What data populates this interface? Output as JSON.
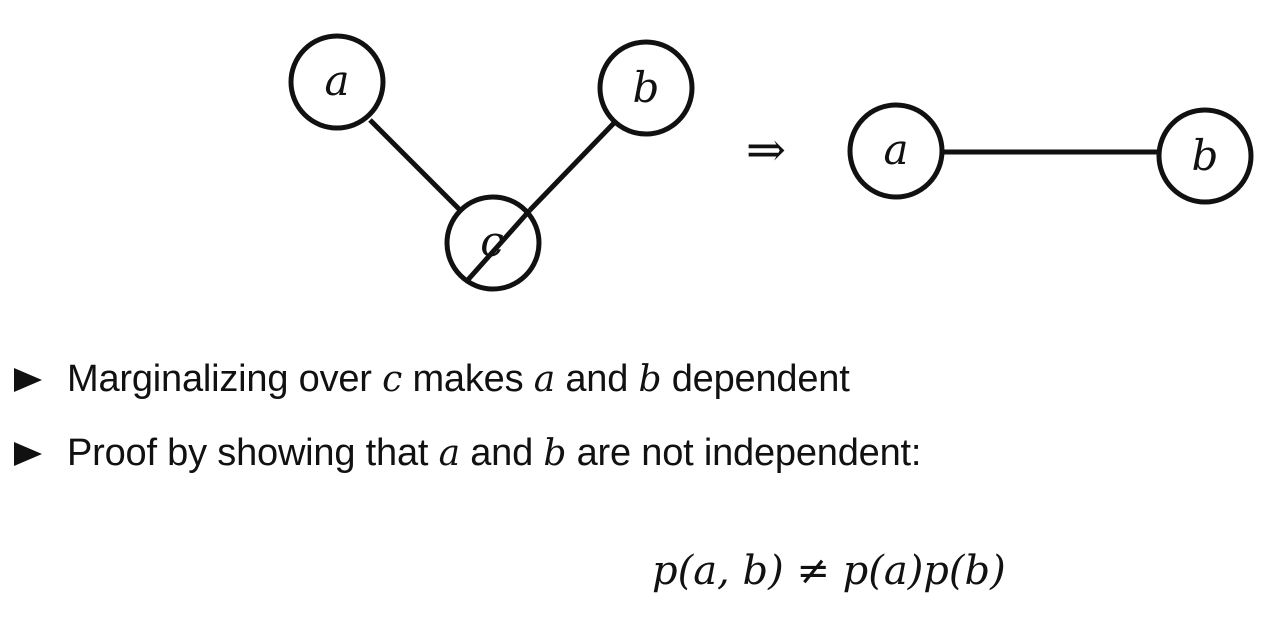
{
  "diagram": {
    "left_graph": {
      "nodes": [
        {
          "id": "a",
          "label": "a"
        },
        {
          "id": "b",
          "label": "b"
        },
        {
          "id": "c",
          "label": "c"
        }
      ],
      "edges": [
        [
          "a",
          "c"
        ],
        [
          "b",
          "c"
        ]
      ],
      "struck_node": "c"
    },
    "arrow": "⇒",
    "right_graph": {
      "nodes": [
        {
          "id": "a",
          "label": "a"
        },
        {
          "id": "b",
          "label": "b"
        }
      ],
      "edges": [
        [
          "a",
          "b"
        ]
      ]
    }
  },
  "bullets": [
    {
      "parts": [
        "Marginalizing over ",
        "c",
        " makes ",
        "a",
        " and ",
        "b",
        " dependent"
      ]
    },
    {
      "parts": [
        "Proof by showing that ",
        "a",
        " and ",
        "b",
        " are not independent:"
      ]
    }
  ],
  "formula": "p(a, b) ≠ p(a)p(b)"
}
